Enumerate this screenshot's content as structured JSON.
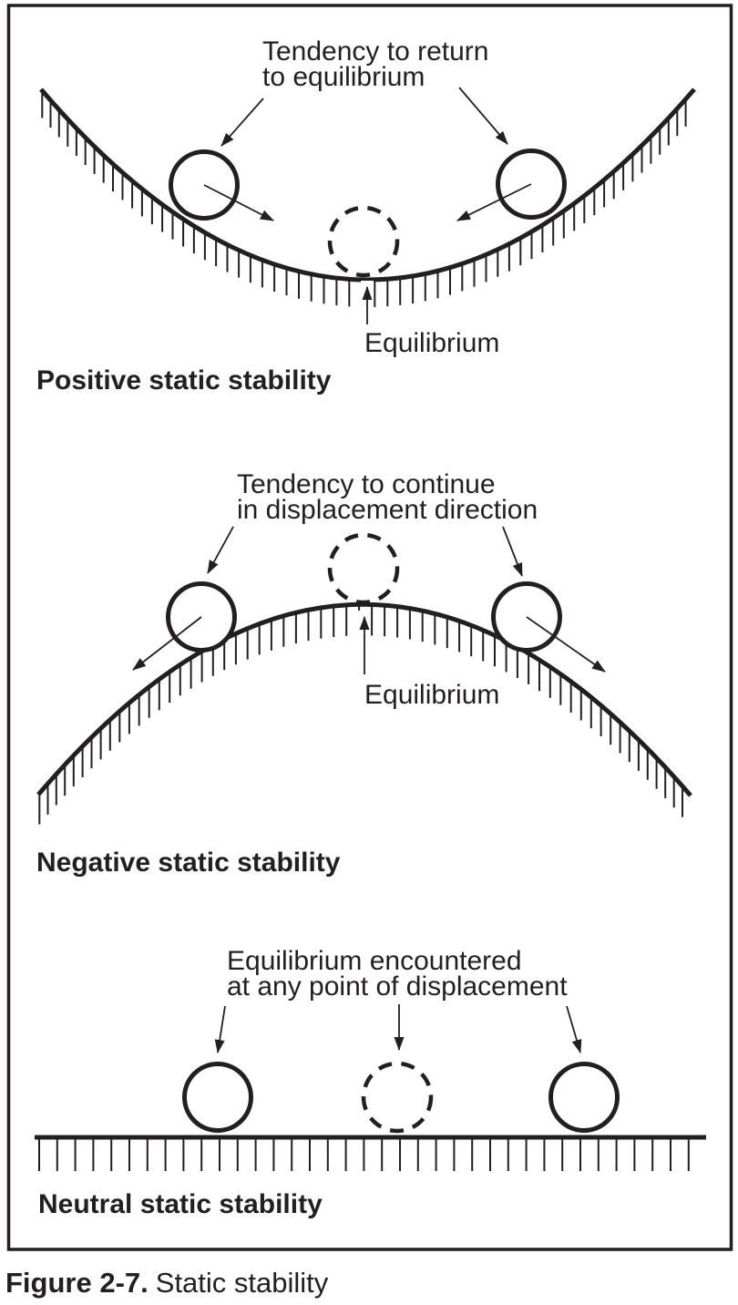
{
  "colors": {
    "ink": "#231f20",
    "paper": "#ffffff"
  },
  "panels": {
    "positive": {
      "annotation_line1": "Tendency to return",
      "annotation_line2": "to equilibrium",
      "equilibrium_label": "Equilibrium",
      "caption": "Positive static stability"
    },
    "negative": {
      "annotation_line1": "Tendency to continue",
      "annotation_line2": "in displacement direction",
      "equilibrium_label": "Equilibrium",
      "caption": "Negative static stability"
    },
    "neutral": {
      "annotation_line1": "Equilibrium encountered",
      "annotation_line2": "at any point of displacement",
      "caption": "Neutral static stability"
    }
  },
  "figure_caption": {
    "number": "Figure 2-7.",
    "title": "Static stability"
  }
}
